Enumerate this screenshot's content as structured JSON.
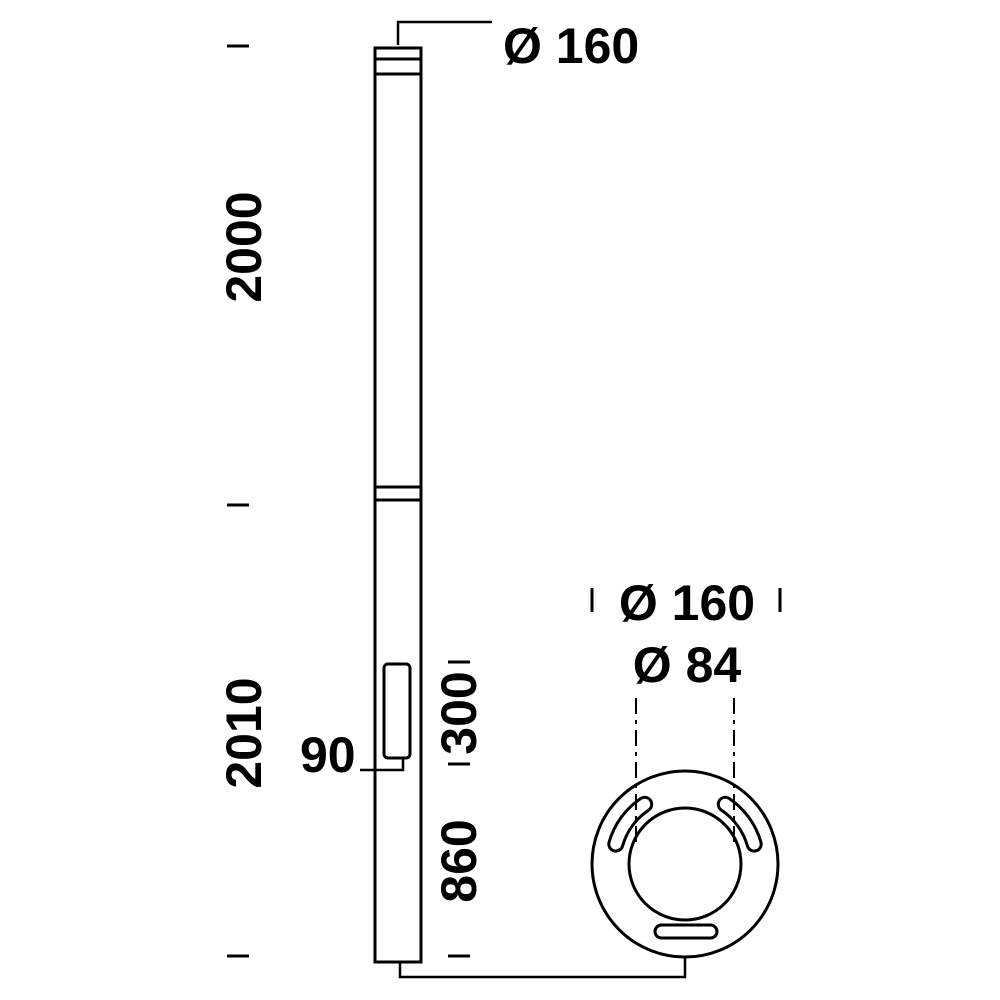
{
  "drawing": {
    "type": "technical-drawing",
    "line_color": "#000000",
    "background_color": "#ffffff",
    "side_view": {
      "top_diameter_label": "Ø 160",
      "upper_section_height": "2000",
      "lower_section_height": "2010",
      "access_door_width": "90",
      "door_section_height": "300",
      "base_section_height": "860"
    },
    "plan_view": {
      "outer_diameter_label": "Ø 160",
      "bolt_circle_label": "Ø 84"
    }
  }
}
